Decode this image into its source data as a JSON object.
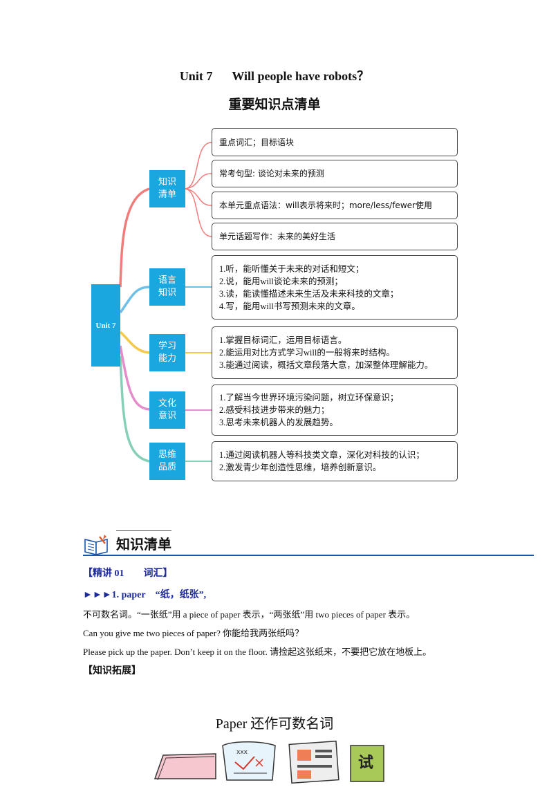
{
  "header": {
    "unit": "Unit 7",
    "title": "Will people have robots？",
    "subtitle": "重要知识点清单"
  },
  "mindmap": {
    "root": "Unit 7",
    "categories": [
      {
        "line1": "知识",
        "line2": "清单",
        "color": "#f27b7b",
        "items": [
          "重点词汇；目标语块",
          "常考句型: 谈论对未来的预测",
          "本单元重点语法：will表示将来时；more/less/fewer使用",
          "单元话题写作：未来的美好生活"
        ]
      },
      {
        "line1": "语言",
        "line2": "知识",
        "color": "#6fc0e6",
        "items": [
          "1.听，能听懂关于未来的对话和短文；",
          "2.说，能用will谈论未来的预测；",
          "3.读，能读懂描述未来生活及未来科技的文章；",
          "4.写，能用will书写预测未来的文章。"
        ]
      },
      {
        "line1": "学习",
        "line2": "能力",
        "color": "#f5c84a",
        "items": [
          "1.掌握目标词汇，运用目标语言。",
          "2.能运用对比方式学习will的一般将来时结构。",
          "3.能通过阅读，概括文章段落大意，加深整体理解能力。"
        ]
      },
      {
        "line1": "文化",
        "line2": "意识",
        "color": "#e58ccb",
        "items": [
          "1.了解当今世界环境污染问题，树立环保意识；",
          "2.感受科技进步带来的魅力；",
          "3.思考未来机器人的发展趋势。"
        ]
      },
      {
        "line1": "思维",
        "line2": "品质",
        "color": "#86cfb8",
        "items": [
          "1.通过阅读机器人等科技类文章，深化对科技的认识；",
          "2.激发青少年创造性思维，培养创新意识。"
        ]
      }
    ]
  },
  "section": {
    "heading": "知识清单",
    "jingjiang": "【精讲 01　　词汇】",
    "arrows": "►►►",
    "entry_word": "1. paper",
    "entry_meaning": "“纸，纸张”,",
    "line1": "不可数名词。“一张纸”用 a piece of paper 表示，“两张纸”用 two pieces of paper 表示。",
    "line2": "Can you give me two pieces of paper?  你能给我两张纸吗？",
    "line3": "Please pick up the paper. Don’t keep it on the floor.  请捡起这张纸来，不要把它放在地板上。",
    "tuozhan": "【知识拓展】"
  },
  "figure": {
    "title": "Paper 还作可数名词",
    "stamp_text": "试"
  }
}
